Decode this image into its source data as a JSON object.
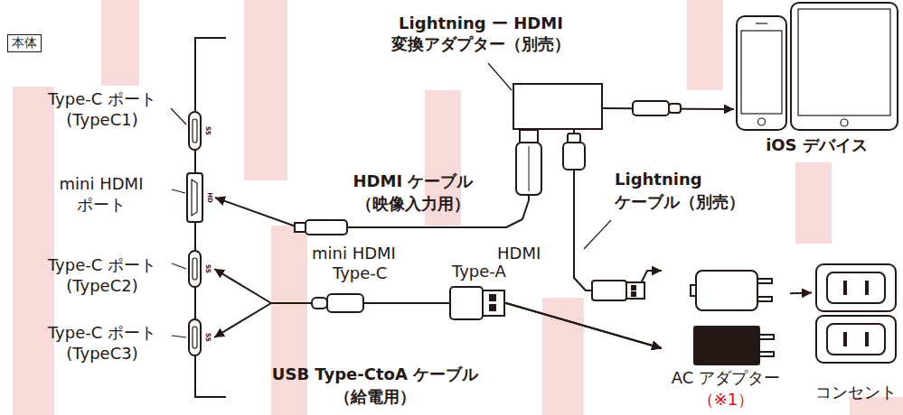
{
  "diagram": {
    "nodes": [
      {
        "text": [
          "本体"
        ]
      },
      {
        "text": [
          "Type-C ポート (TypeC1)"
        ]
      },
      {
        "text": [
          "mini HDMI ポート"
        ]
      },
      {
        "text": [
          "Type-C ポート (TypeC2)"
        ]
      },
      {
        "text": [
          "Type-C ポート (TypeC3)"
        ]
      },
      {
        "text": [
          "Lightning ー HDMI 変換アダプター（別売）"
        ]
      },
      {
        "text": [
          "iOS デバイス"
        ]
      },
      {
        "text": [
          "AC アダプター",
          "（※1）"
        ]
      },
      {
        "text": [
          "コンセント"
        ]
      }
    ],
    "edges": [
      {
        "from": 5,
        "to": 6,
        "arrow": "to"
      },
      {
        "from": 5,
        "to": 2,
        "arrow": "to",
        "label": "HDMI ケーブル （映像入力用）"
      },
      {
        "from": 5,
        "to": 7,
        "arrow": "to",
        "label": "Lightning ケーブル（別売）"
      },
      {
        "from": 7,
        "to": 3,
        "arrow": "both",
        "label": "USB Type-CtoA ケーブル （給電用）"
      },
      {
        "from": 7,
        "to": 4,
        "arrow": "both"
      },
      {
        "from": 7,
        "to": 8,
        "arrow": "to"
      }
    ],
    "labels": [
      "SS",
      "HD",
      "SS",
      "SS",
      "mini HDMI",
      "HDMI",
      "Type-C",
      "Type-A"
    ]
  }
}
